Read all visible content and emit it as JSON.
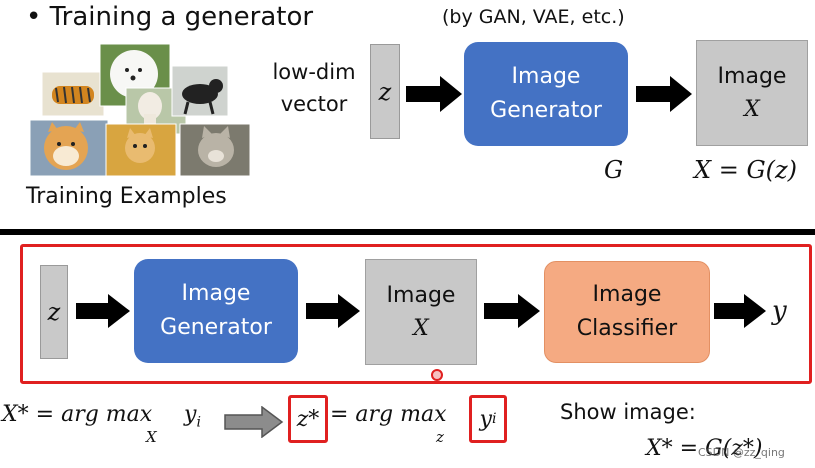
{
  "top": {
    "title": "• Training a generator",
    "subtitle": "(by GAN, VAE, etc.)",
    "lowdim_line1": "low-dim",
    "lowdim_line2": "vector",
    "z_label": "z",
    "generator_line1": "Image",
    "generator_line2": "Generator",
    "image_line1": "Image",
    "image_line2": "X",
    "g_label": "G",
    "xg_label": "X = G(z)",
    "examples_label": "Training Examples"
  },
  "bottom": {
    "z_label": "z",
    "generator_line1": "Image",
    "generator_line2": "Generator",
    "image_line1": "Image",
    "image_line2": "X",
    "classifier_line1": "Image",
    "classifier_line2": "Classifier",
    "y_label": "y"
  },
  "equations": {
    "eq1_lhs": "X* = arg max",
    "eq1_sub": "X",
    "eq1_y": "y",
    "eq1_i": "i",
    "eq2_z": "z*",
    "eq2_mid": "= arg max",
    "eq2_sub": "z",
    "eq2_y": "y",
    "eq2_i": "i",
    "show_label": "Show image:",
    "show_eq": "X* = G(z*)"
  },
  "watermark": "CSDN @zz_qing",
  "colors": {
    "generator_blue": "#4472c4",
    "classifier_orange": "#f5aa82",
    "box_grey": "#c8c8c8",
    "highlight_red": "#e02020"
  },
  "images": [
    "tiger-photo",
    "samoyed-photo",
    "alpaca-photo",
    "dog-photo",
    "shiba-photo",
    "cat-photo",
    "wolf-photo"
  ]
}
